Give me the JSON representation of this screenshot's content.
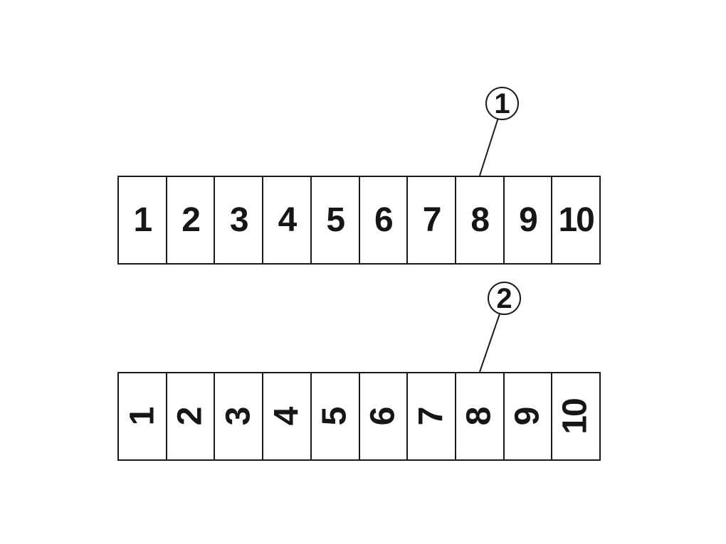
{
  "canvas": {
    "background_color": "#ffffff",
    "line_color": "#1a1a1a"
  },
  "strip_top": {
    "description": "marker strip with horizontal numbering",
    "cells": [
      "1",
      "2",
      "3",
      "4",
      "5",
      "6",
      "7",
      "8",
      "9",
      "10"
    ],
    "text_orientation": "horizontal",
    "callout_label": "1"
  },
  "strip_bottom": {
    "description": "marker strip with vertical (rotated 90° ccw) numbering",
    "cells": [
      "1",
      "2",
      "3",
      "4",
      "5",
      "6",
      "7",
      "8",
      "9",
      "10"
    ],
    "text_orientation": "rotated-90-ccw",
    "callout_label": "2"
  }
}
